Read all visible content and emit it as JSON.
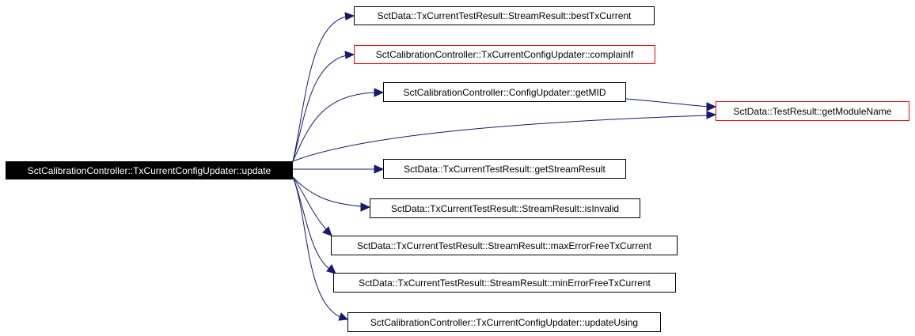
{
  "graph": {
    "root": {
      "label": "SctCalibrationController::TxCurrentConfigUpdater::update"
    },
    "nodes": [
      {
        "label": "SctData::TxCurrentTestResult::StreamResult::bestTxCurrent",
        "border": "#000000"
      },
      {
        "label": "SctCalibrationController::TxCurrentConfigUpdater::complainIf",
        "border": "#ff0000"
      },
      {
        "label": "SctCalibrationController::ConfigUpdater::getMID",
        "border": "#000000"
      },
      {
        "label": "SctData::TestResult::getModuleName",
        "border": "#ff0000"
      },
      {
        "label": "SctData::TxCurrentTestResult::getStreamResult",
        "border": "#000000"
      },
      {
        "label": "SctData::TxCurrentTestResult::StreamResult::isInvalid",
        "border": "#000000"
      },
      {
        "label": "SctData::TxCurrentTestResult::StreamResult::maxErrorFreeTxCurrent",
        "border": "#000000"
      },
      {
        "label": "SctData::TxCurrentTestResult::StreamResult::minErrorFreeTxCurrent",
        "border": "#000000"
      },
      {
        "label": "SctCalibrationController::TxCurrentConfigUpdater::updateUsing",
        "border": "#000000"
      }
    ],
    "colors": {
      "edge": "#191970",
      "node_border": "#000000",
      "undocumented_border": "#ff0000",
      "root_fill": "#000000",
      "root_text": "#ffffff"
    }
  }
}
